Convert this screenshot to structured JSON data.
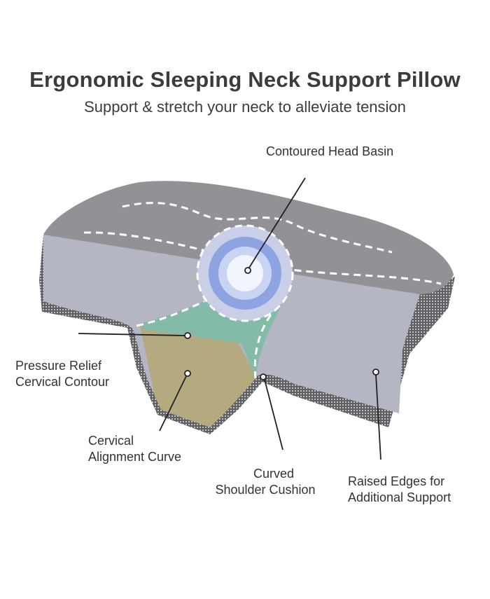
{
  "header": {
    "title": "Ergonomic Sleeping Neck Support Pillow",
    "subtitle": "Support & stretch your neck to alleviate tension"
  },
  "callouts": {
    "head_basin": "Contoured Head Basin",
    "pressure_relief": [
      "Pressure Relief",
      "Cervical Contour"
    ],
    "alignment_curve": [
      "Cervical",
      "Alignment Curve"
    ],
    "shoulder_cushion": [
      "Curved",
      "Shoulder Cushion"
    ],
    "raised_edges": [
      "Raised Edges for",
      "Additional Support"
    ]
  },
  "colors": {
    "top_fabric": "#8f8f93",
    "front_fabric": "#b3b6c2",
    "mesh": "#6d6d70",
    "basin_blue": "#8fa3e0",
    "relief_teal": "#7fb8a6",
    "alignment_khaki": "#b5ab7e"
  }
}
